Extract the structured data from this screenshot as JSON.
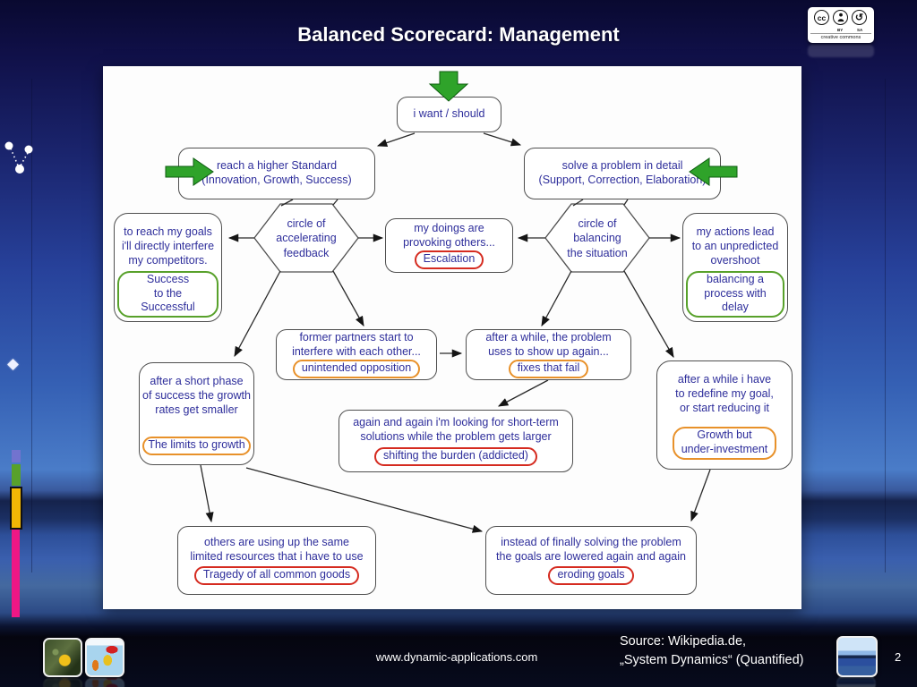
{
  "slide": {
    "title": "Balanced Scorecard: Management",
    "page_number": "2",
    "website": "www.dynamic-applications.com",
    "source": "Source: Wikipedia.de,\n„System Dynamics“ (Quantified)",
    "cc_badge": {
      "cc": "cc",
      "by": "BY",
      "sa": "SA",
      "label": "creative commons"
    }
  },
  "colors": {
    "title_text": "#ffffff",
    "node_text": "#2e2e9b",
    "node_border": "#4f4f4f",
    "badge_green": "#58a12b",
    "badge_orange": "#e8912a",
    "badge_red": "#d52b20",
    "green_arrow": "#2fa32a",
    "bar_violet": "#7273cf",
    "bar_green": "#58a12b",
    "bar_yellow": "#f2b705",
    "bar_magenta": "#ee1785"
  },
  "icons": {
    "cc": "creative-commons-badge",
    "scatter": "scatter-v-icon",
    "diamond": "diamond-bullet-icon",
    "thumb_flower": "flower-photo-thumbnail",
    "thumb_map": "world-map-thumbnail",
    "thumb_ocean": "ocean-photo-thumbnail"
  },
  "nodes": {
    "want": {
      "text": "i want / should"
    },
    "standard": {
      "text": "reach a higher Standard\n(Innovation, Growth, Success)"
    },
    "solve": {
      "text": "solve a problem in detail\n(Support, Correction, Elaboration)"
    },
    "interfere": {
      "text": "to reach my goals\ni'll directly interfere\nmy competitors.",
      "badge": "Success\nto the Successful"
    },
    "hex_accelerating": {
      "text": "circle of\naccelerating\nfeedback"
    },
    "provoking": {
      "text": "my doings are\nprovoking others...",
      "badge": "Escalation"
    },
    "hex_balancing": {
      "text": "circle of\nbalancing\nthe situation"
    },
    "overshoot": {
      "text": "my actions lead\nto an unpredicted\novershoot",
      "badge": "balancing a\nprocess with delay"
    },
    "partners": {
      "text": "former partners start to\ninterfere with each other...",
      "badge": "unintended opposition"
    },
    "showup": {
      "text": "after a while, the problem\nuses to show up again...",
      "badge": "fixes that fail"
    },
    "limits": {
      "text": "after a short phase\nof success the growth\nrates get smaller",
      "badge": "The limits to growth"
    },
    "shifting": {
      "text": "again and again i'm looking for short-term\nsolutions while the problem gets larger",
      "badge": "shifting the burden (addicted)"
    },
    "redefine": {
      "text": "after a while i have\nto redefine my goal,\nor start reducing it",
      "badge": "Growth but\nunder-investment"
    },
    "tragedy": {
      "text": "others are using up the same\nlimited resources that i have to use",
      "badge": "Tragedy of all common goods"
    },
    "eroding": {
      "text": "instead of finally solving the problem\nthe goals are lowered again and again",
      "badge": "eroding goals"
    }
  }
}
